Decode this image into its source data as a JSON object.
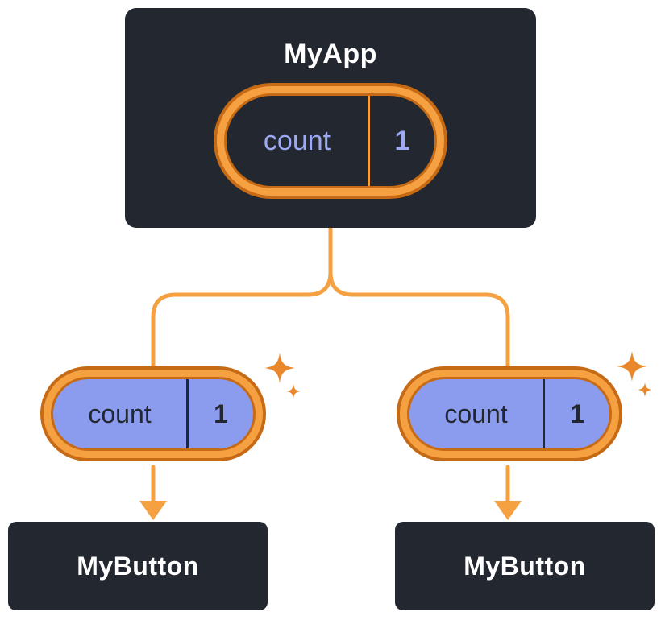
{
  "diagram": {
    "root": {
      "title": "MyApp",
      "state": {
        "name": "count",
        "value": "1"
      }
    },
    "children": [
      {
        "title": "MyButton",
        "state": {
          "name": "count",
          "value": "1"
        }
      },
      {
        "title": "MyButton",
        "state": {
          "name": "count",
          "value": "1"
        }
      }
    ],
    "icons": {
      "sparkle": "sparkle-icon",
      "arrow": "arrow-down-icon"
    },
    "colors": {
      "background": "#FFFFFF",
      "node_fill": "#23272F",
      "node_text": "#FFFFFF",
      "orange_outline": "#C76A15",
      "orange_band": "#F5A142",
      "connector": "#F5A142",
      "sparkle": "#E8872B",
      "state_fill": "#8B9CEE",
      "state_text_on_light": "#23272F",
      "state_text_on_dark": "#9DA9F2"
    }
  }
}
